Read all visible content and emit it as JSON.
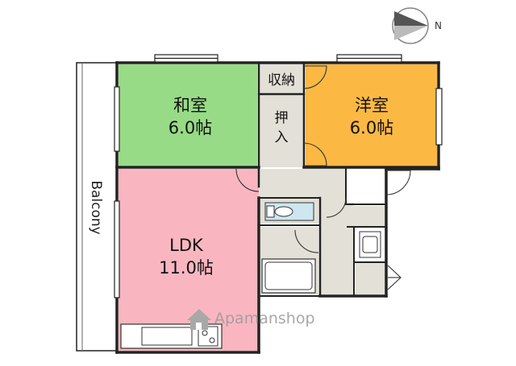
{
  "compass": {
    "north_label": "N",
    "icon": "north-arrow-icon"
  },
  "balcony": {
    "label": "Balcony"
  },
  "rooms": {
    "washitsu": {
      "name": "和室",
      "size": "6.0帖",
      "color": "#98db86"
    },
    "yoshitsu": {
      "name": "洋室",
      "size": "6.0帖",
      "color": "#fbb944"
    },
    "ldk": {
      "name": "LDK",
      "size": "11.0帖",
      "color": "#f9b6c0"
    }
  },
  "storage": {
    "closet_label": "収納",
    "oshiire_top": "押",
    "oshiire_bottom": "入"
  },
  "watermark": {
    "text": "Apamanshop",
    "icon": "house-logo-icon"
  },
  "colors": {
    "wall": "#222222",
    "wet_area": "#e3e0d7",
    "fixture": "#cde6f0"
  }
}
